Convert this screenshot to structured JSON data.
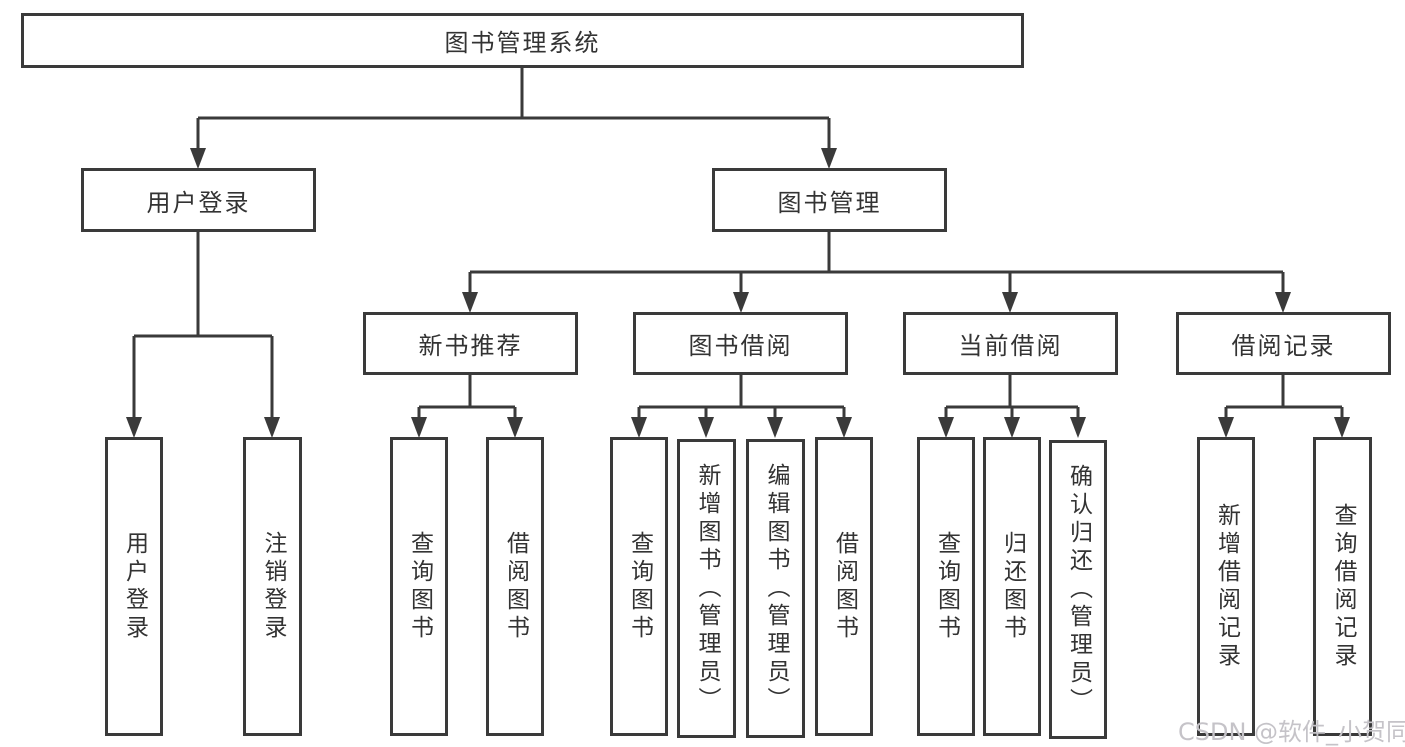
{
  "labels": {
    "root": "图书管理系统",
    "user_login": "用户登录",
    "book_mgmt": "图书管理",
    "new_book_rec": "新书推荐",
    "book_borrowing": "图书借阅",
    "current_borrowing": "当前借阅",
    "borrowing_records": "借阅记录",
    "ul_login": "用户登录",
    "ul_logout": "注销登录",
    "nb_query_book": "查询图书",
    "nb_borrow_book": "借阅图书",
    "bb_query_book": "查询图书",
    "bb_add_book_admin": "新增图书（管理员）",
    "bb_edit_book_admin": "编辑图书（管理员）",
    "bb_borrow_book": "借阅图书",
    "cb_query_book": "查询图书",
    "cb_return_book": "归还图书",
    "cb_confirm_return_admin": "确认归还（管理员）",
    "br_add_record": "新增借阅记录",
    "br_query_record": "查询借阅记录"
  },
  "watermark": "CSDN @软件_小贺同学",
  "colors": {
    "line": "#3a3a3a",
    "text": "#333333",
    "watermark": "#c5c3c8",
    "background": "#ffffff"
  }
}
